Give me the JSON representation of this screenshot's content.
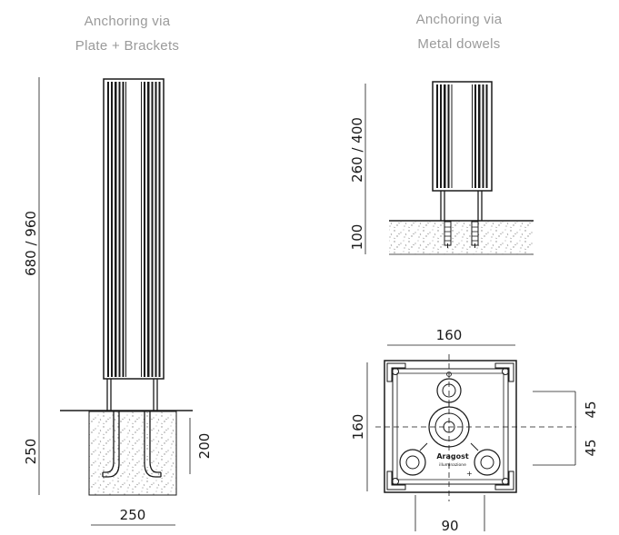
{
  "headings": {
    "left": [
      "Anchoring via",
      "Plate + Brackets"
    ],
    "right": [
      "Anchoring via",
      "Metal dowels"
    ]
  },
  "dimensions": {
    "left_height": "680 / 960",
    "left_foundation_depth": "250",
    "left_bracket_depth": "200",
    "left_foundation_width": "250",
    "right_height": "260 / 400",
    "right_dowel_depth": "100",
    "plan_width": "160",
    "plan_height": "160",
    "plan_offset_upper": "45",
    "plan_offset_lower": "45",
    "plan_bottom": "90"
  },
  "plate_logo": [
    "Aragost",
    "illuminazione"
  ],
  "colors": {
    "line": "#1a1a1a",
    "heading": "#9a9a9a",
    "concrete_dots": "#8a8a8a"
  }
}
